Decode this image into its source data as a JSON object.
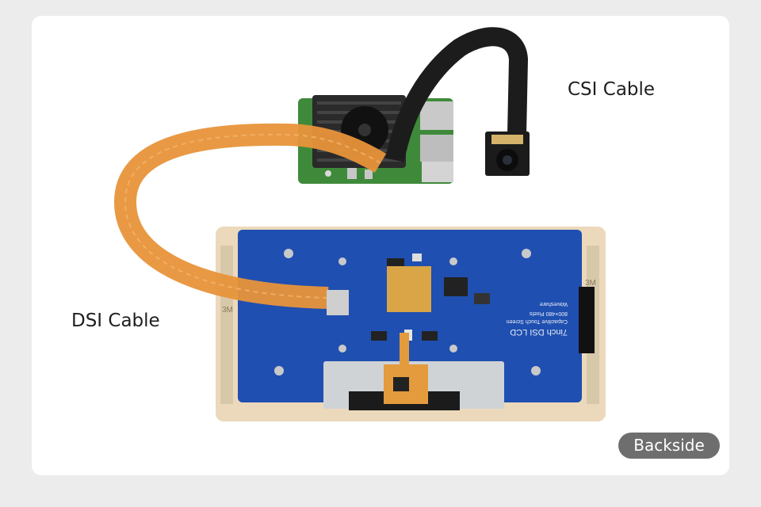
{
  "labels": {
    "csi_cable": "CSI Cable",
    "dsi_cable": "DSI Cable",
    "badge": "Backside"
  },
  "board_print": {
    "title": "7inch DSI LCD",
    "subtitle": "Capacitive Touch Screen",
    "resolution": "800×480 Pixels",
    "brand": "Waveshare",
    "tape_mark": "3M"
  },
  "colors": {
    "card_background": "#ffffff",
    "page_background": "#ececec",
    "pcb_blue": "#1f4fb0",
    "flex_cable": "#e8933a",
    "csi_cable": "#1c1c1c",
    "badge_fill": "#6e6e6e"
  }
}
